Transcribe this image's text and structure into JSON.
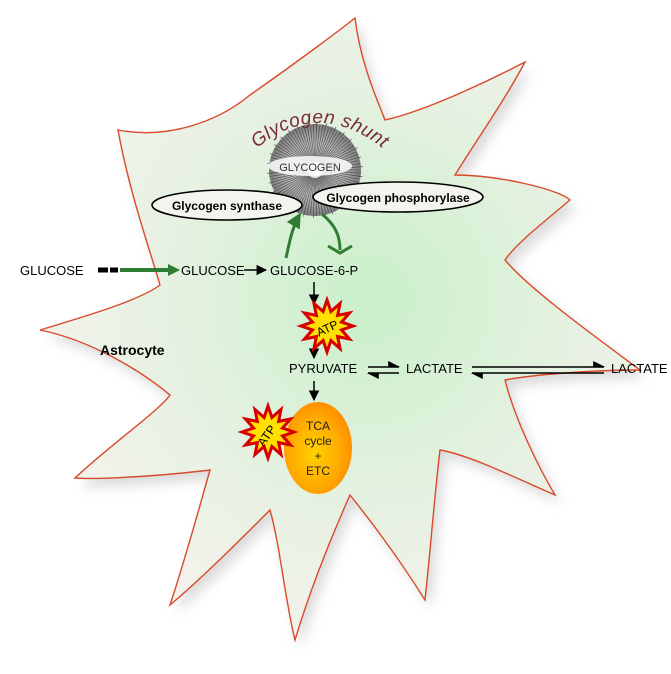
{
  "labels": {
    "shunt_title": "Glycogen shunt",
    "glycogen": "GLYCOGEN",
    "synthase": "Glycogen synthase",
    "phosphorylase": "Glycogen phosphorylase",
    "glucose_outside": "GLUCOSE",
    "glucose_inside": "GLUCOSE",
    "g6p": "GLUCOSE-6-P",
    "cell_name": "Astrocyte",
    "atp_top": "ATP",
    "atp_bottom": "ATP",
    "pyruvate": "PYRUVATE",
    "lactate_inside": "LACTATE",
    "lactate_outside": "LACTATE",
    "tca_line1": "TCA",
    "tca_line2": "cycle",
    "tca_line3": "+",
    "tca_line4": "ETC"
  },
  "colors": {
    "cell_fill": "#eef3e9",
    "cell_glow": "#c9f0c9",
    "cell_edge": "#d94a2a",
    "green_arrow": "#2e7d32",
    "shunt_title": "#7a2a3a",
    "atp_fill": "#ffe000",
    "atp_edge": "#d60000",
    "tca_fill": "#ff9a00",
    "tca_core": "#ffd200"
  }
}
